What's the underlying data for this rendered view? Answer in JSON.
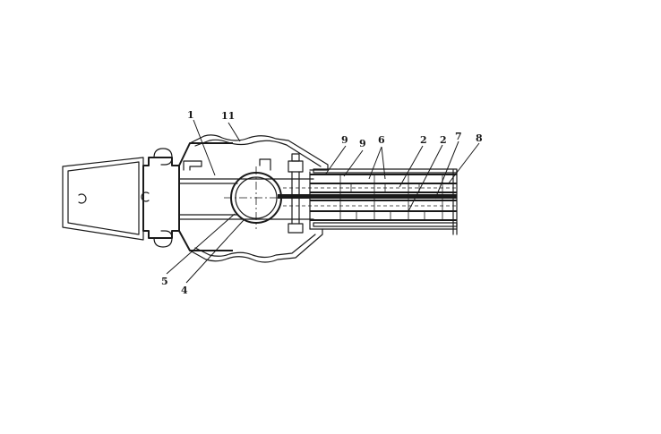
{
  "diagram": {
    "labels": [
      {
        "id": "label-1-top",
        "text": "1"
      },
      {
        "id": "label-11",
        "text": "11"
      },
      {
        "id": "label-9-left",
        "text": "9"
      },
      {
        "id": "label-9-right",
        "text": "9"
      },
      {
        "id": "label-6",
        "text": "6"
      },
      {
        "id": "label-2-left",
        "text": "2"
      },
      {
        "id": "label-2-right",
        "text": "2"
      },
      {
        "id": "label-7",
        "text": "7"
      },
      {
        "id": "label-8",
        "text": "8"
      },
      {
        "id": "label-5",
        "text": "5"
      },
      {
        "id": "label-4",
        "text": "4"
      }
    ]
  }
}
